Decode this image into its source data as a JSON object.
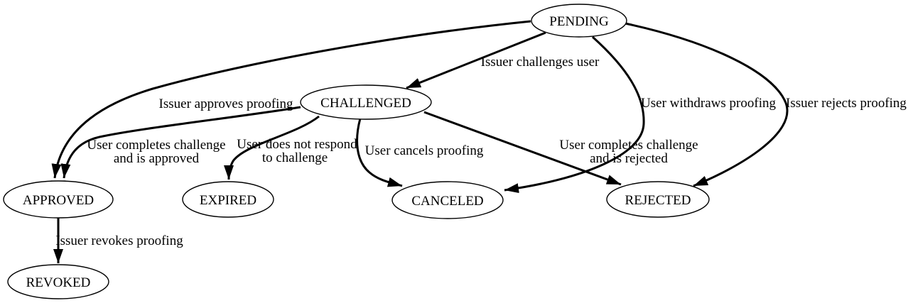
{
  "diagram": {
    "type": "state-diagram",
    "colors": {
      "background": "#ffffff",
      "node_fill": "#ffffff",
      "line": "#000000",
      "text": "#000000"
    },
    "nodes": [
      {
        "id": "pending",
        "label": "PENDING"
      },
      {
        "id": "challenged",
        "label": "CHALLENGED"
      },
      {
        "id": "approved",
        "label": "APPROVED"
      },
      {
        "id": "expired",
        "label": "EXPIRED"
      },
      {
        "id": "canceled",
        "label": "CANCELED"
      },
      {
        "id": "rejected",
        "label": "REJECTED"
      },
      {
        "id": "revoked",
        "label": "REVOKED"
      }
    ],
    "edges": [
      {
        "from": "PENDING",
        "to": "CHALLENGED",
        "label": "Issuer challenges user",
        "label_lines": [
          "Issuer challenges user"
        ]
      },
      {
        "from": "PENDING",
        "to": "APPROVED",
        "label": "Issuer approves proofing",
        "label_lines": [
          "Issuer approves proofing"
        ]
      },
      {
        "from": "PENDING",
        "to": "CANCELED",
        "label": "User withdraws proofing",
        "label_lines": [
          "User withdraws proofing"
        ]
      },
      {
        "from": "PENDING",
        "to": "REJECTED",
        "label": "Issuer rejects proofing",
        "label_lines": [
          "Issuer rejects proofing"
        ]
      },
      {
        "from": "CHALLENGED",
        "to": "APPROVED",
        "label": "User completes challenge and is approved",
        "label_lines": [
          "User completes challenge",
          "and is approved"
        ]
      },
      {
        "from": "CHALLENGED",
        "to": "EXPIRED",
        "label": "User does not respond to challenge",
        "label_lines": [
          "User does not respond",
          "to challenge"
        ]
      },
      {
        "from": "CHALLENGED",
        "to": "CANCELED",
        "label": "User cancels proofing",
        "label_lines": [
          "User cancels proofing"
        ]
      },
      {
        "from": "CHALLENGED",
        "to": "REJECTED",
        "label": "User completes challenge and is rejected",
        "label_lines": [
          "User completes challenge",
          "and is rejected"
        ]
      },
      {
        "from": "APPROVED",
        "to": "REVOKED",
        "label": "Issuer revokes proofing",
        "label_lines": [
          "Issuer revokes proofing"
        ]
      }
    ]
  }
}
